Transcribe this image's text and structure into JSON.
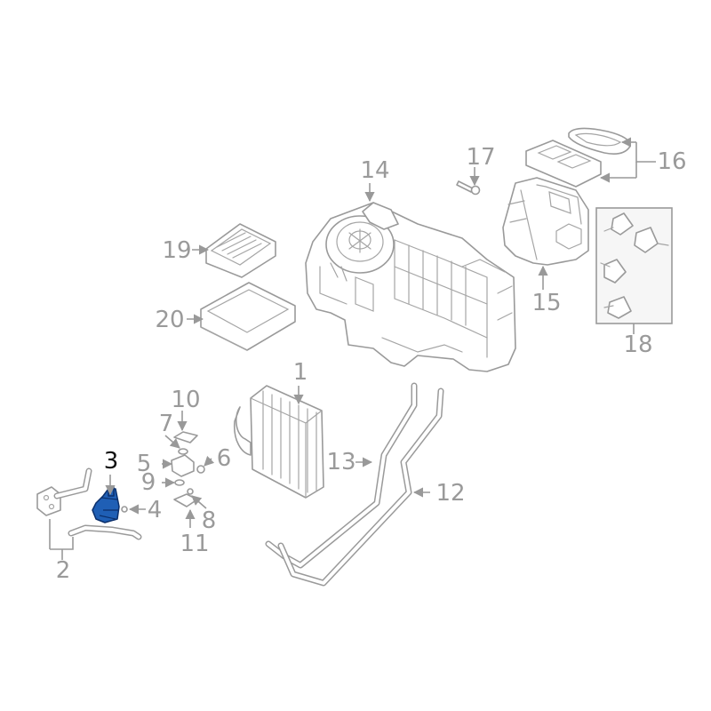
{
  "diagram": {
    "highlighted_part": "3",
    "highlight_color": "#1f5fb5",
    "line_color": "#9a9a9a",
    "label_color": "#9a9a9a",
    "active_label_color": "#111111",
    "callouts": {
      "c1": "1",
      "c2": "2",
      "c3": "3",
      "c4": "4",
      "c5": "5",
      "c6": "6",
      "c7": "7",
      "c8": "8",
      "c9": "9",
      "c10": "10",
      "c11": "11",
      "c12": "12",
      "c13": "13",
      "c14": "14",
      "c15": "15",
      "c16": "16",
      "c17": "17",
      "c18": "18",
      "c19": "19",
      "c20": "20"
    }
  }
}
